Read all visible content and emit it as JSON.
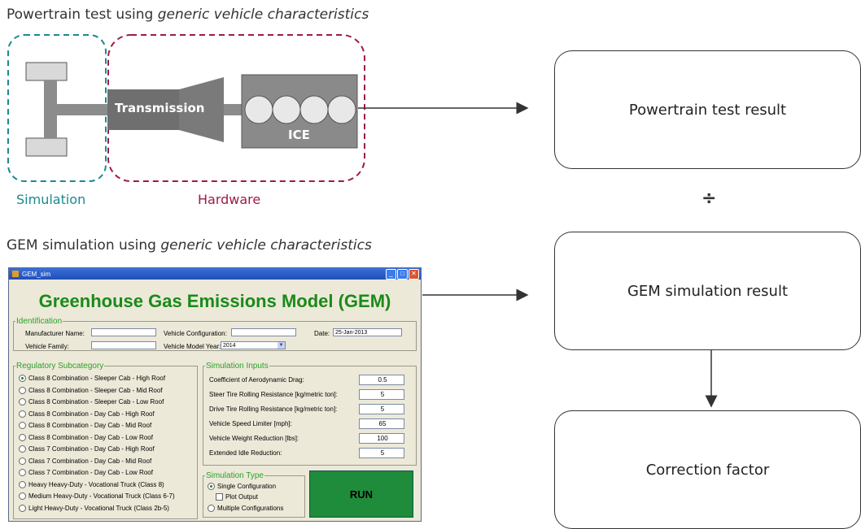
{
  "top_heading": {
    "prefix": "Powertrain test using ",
    "italic": "generic vehicle characteristics"
  },
  "bottom_heading": {
    "prefix": "GEM simulation using ",
    "italic": "generic vehicle characteristics"
  },
  "diagram": {
    "transmission_label": "Transmission",
    "ice_label": "ICE",
    "simulation_caption": "Simulation",
    "hardware_caption": "Hardware",
    "simulation_color": "#1a8a8f",
    "hardware_color": "#9e1a4a"
  },
  "results": {
    "powertrain": "Powertrain test result",
    "divide": "÷",
    "gem": "GEM simulation result",
    "correction": "Correction factor"
  },
  "gem_window": {
    "title_bar": "GEM_sim",
    "title": "Greenhouse Gas Emissions Model (GEM)",
    "identification": {
      "legend": "Identification",
      "manufacturer_label": "Manufacturer Name:",
      "family_label": "Vehicle Family:",
      "config_label": "Vehicle Configuration:",
      "model_year_label": "Vehicle Model Year:",
      "model_year_value": "2014",
      "date_label": "Date:",
      "date_value": "25-Jan-2013"
    },
    "regulatory": {
      "legend": "Regulatory Subcategory",
      "items": [
        {
          "label": "Class 8 Combination - Sleeper Cab - High Roof",
          "selected": true
        },
        {
          "label": "Class 8 Combination - Sleeper Cab - Mid Roof",
          "selected": false
        },
        {
          "label": "Class 8 Combination - Sleeper Cab - Low Roof",
          "selected": false
        },
        {
          "label": "Class 8 Combination - Day Cab - High Roof",
          "selected": false
        },
        {
          "label": "Class 8 Combination - Day Cab - Mid Roof",
          "selected": false
        },
        {
          "label": "Class 8 Combination - Day Cab - Low Roof",
          "selected": false
        },
        {
          "label": "Class 7 Combination - Day Cab - High Roof",
          "selected": false
        },
        {
          "label": "Class 7 Combination - Day Cab - Mid Roof",
          "selected": false
        },
        {
          "label": "Class 7 Combination - Day Cab - Low Roof",
          "selected": false
        },
        {
          "label": "Heavy Heavy-Duty - Vocational Truck (Class 8)",
          "selected": false
        },
        {
          "label": "Medium Heavy-Duty - Vocational Truck (Class 6-7)",
          "selected": false
        },
        {
          "label": "Light Heavy-Duty - Vocational Truck (Class 2b-5)",
          "selected": false
        }
      ]
    },
    "inputs": {
      "legend": "Simulation Inputs",
      "rows": [
        {
          "label": "Coefficient of Aerodynamic Drag:",
          "value": "0.5"
        },
        {
          "label": "Steer Tire Rolling Resistance [kg/metric ton]:",
          "value": "5"
        },
        {
          "label": "Drive Tire Rolling Resistance [kg/metric ton]:",
          "value": "5"
        },
        {
          "label": "Vehicle Speed Limiter [mph]:",
          "value": "65"
        },
        {
          "label": "Vehicle Weight Reduction [lbs]:",
          "value": "100"
        },
        {
          "label": "Extended Idle Reduction:",
          "value": "5"
        }
      ]
    },
    "sim_type": {
      "legend": "Simulation Type",
      "single": "Single Configuration",
      "plot": "Plot Output",
      "multiple": "Multiple Configurations"
    },
    "run_label": "RUN"
  }
}
